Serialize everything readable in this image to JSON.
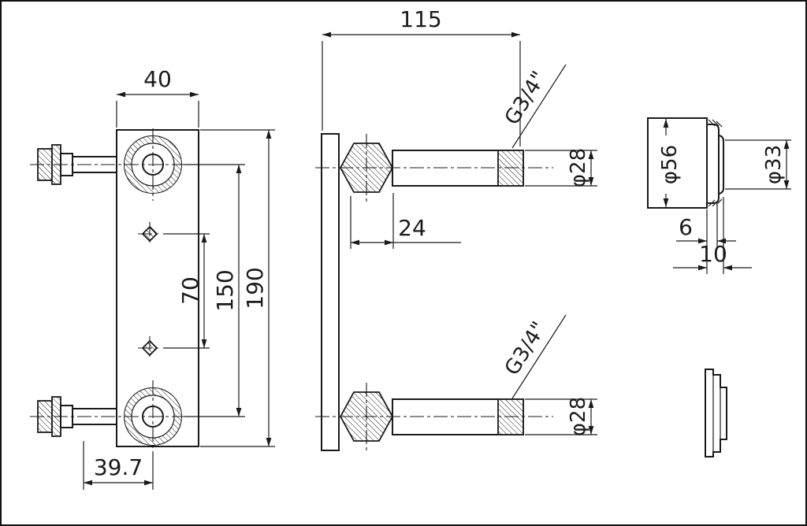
{
  "page": {
    "background": "#ffffff",
    "ink": "#1a1a1a"
  },
  "dims": {
    "d115": "115",
    "d40": "40",
    "d190": "190",
    "d150": "150",
    "d70": "70",
    "d39_7": "39.7",
    "d24": "24",
    "thread_top": "G3/4\"",
    "thread_bottom": "G3/4\"",
    "dia28_top": "φ28",
    "dia28_bottom": "φ28",
    "dia56": "φ56",
    "dia33": "φ33",
    "d6": "6",
    "d10": "10"
  }
}
